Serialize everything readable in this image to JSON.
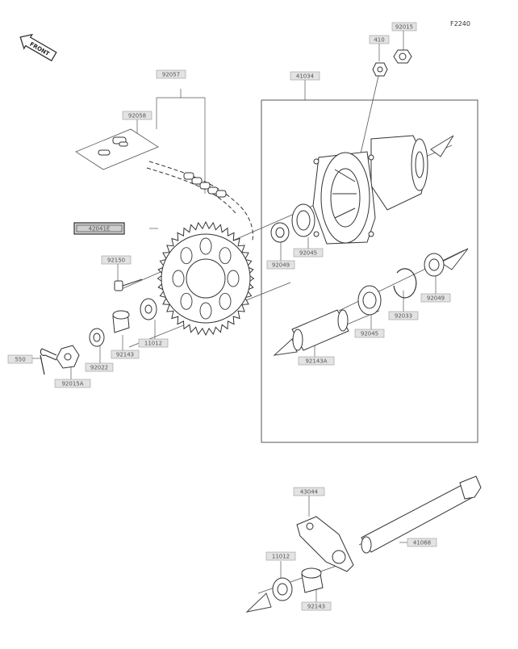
{
  "page_code": "F2240",
  "front_label": "FRONT",
  "colors": {
    "line": "#4a4a4a",
    "label_fill": "#e3e3e3",
    "label_border": "#9a9a9a",
    "highlight_fill": "#cfcfcf",
    "highlight_border": "#333333"
  },
  "part_labels": [
    {
      "key": "p410",
      "text": "410"
    },
    {
      "key": "p92015",
      "text": "92015"
    },
    {
      "key": "p92057",
      "text": "92057"
    },
    {
      "key": "p41034",
      "text": "41034"
    },
    {
      "key": "p92058",
      "text": "92058"
    },
    {
      "key": "p42041E",
      "text": "42041E"
    },
    {
      "key": "p92150",
      "text": "92150"
    },
    {
      "key": "p92049a",
      "text": "92049"
    },
    {
      "key": "p92045a",
      "text": "92045"
    },
    {
      "key": "p92049b",
      "text": "92049"
    },
    {
      "key": "p92033",
      "text": "92033"
    },
    {
      "key": "p92045b",
      "text": "92045"
    },
    {
      "key": "p550",
      "text": "550"
    },
    {
      "key": "p92143a",
      "text": "92143"
    },
    {
      "key": "p11012a",
      "text": "11012"
    },
    {
      "key": "p92022",
      "text": "92022"
    },
    {
      "key": "p92015A",
      "text": "92015A"
    },
    {
      "key": "p92143A",
      "text": "92143A"
    },
    {
      "key": "p43044",
      "text": "43044"
    },
    {
      "key": "p41068",
      "text": "41068"
    },
    {
      "key": "p11012b",
      "text": "11012"
    },
    {
      "key": "p92143b",
      "text": "92143"
    }
  ]
}
